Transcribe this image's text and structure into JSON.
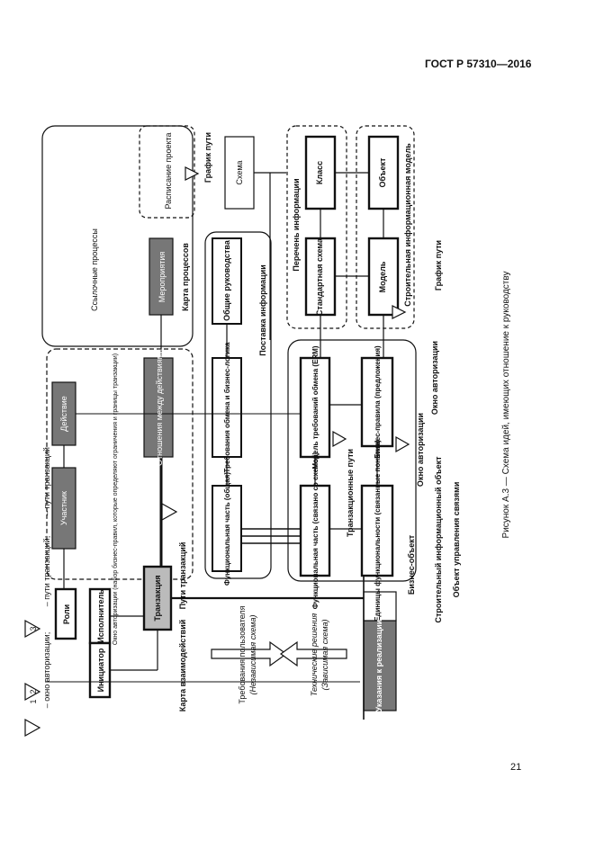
{
  "header": "ГОСТ Р 57310—2016",
  "page_number": "21",
  "caption": "Рисунок А.3 — Схема идей, имеющих отношение к руководству",
  "legend": {
    "auth_label": "– окно авторизации;",
    "auth_num": "1",
    "paths_label": "– пути транзакций;",
    "paths_num": "2",
    "transaction_paths_label": "– пути транзакций",
    "transaction_paths_num": "3"
  },
  "boxes": {
    "reference_processes": "Ссылочные процессы",
    "project_schedule": "Расписание проекта",
    "schedule_paths": "График пути",
    "schema": "Схема",
    "info_list": "Перечень информации",
    "class": "Класс",
    "object": "Объект",
    "bim_model": "Строительная информационная модель",
    "standard_schema": "Стандартная схема",
    "model": "Модель",
    "schedule_paths2": "График пути",
    "events": "Мероприятия",
    "process_map": "Карта процессов",
    "general_guides": "Общие руководства",
    "info_supply": "Поставка информации",
    "auth_window_top": "Окно авторизации",
    "action": "Действие",
    "action_relations": "Отношения между действиями",
    "exchange_reqs": "Требования обмена и бизнес-логика",
    "erm": "Модель требований обмена (ERM)",
    "business_rules": "Бизнес-правила (предложения)",
    "auth_window_mid": "Окно авторизации",
    "participant": "Участник",
    "auth_window_note": "Окно авторизации (набор бизнес-правил, которые определяют ограничения и границы транзакции)",
    "functional_general": "Функциональная часть (общая)",
    "functional_schema": "Функциональная часть (связано со схемой)",
    "functional_units": "Единицы функциональности (связанные понятия)",
    "transaction_paths": "Транзакционные пути",
    "bim_object": "Строительный информационный объект",
    "link_object": "Объект управления связями",
    "business_object": "Бизнес-объект",
    "roles": "Роли",
    "executor": "Исполнитель",
    "transaction": "Транзакция",
    "initiator": "Инициатор",
    "transaction_paths2": "Пути транзакций",
    "interaction_map": "Карта взаимодействий",
    "user_reqs": "Требования пользователя",
    "user_reqs_sub": "(Независимая схема)",
    "tech_solutions": "Технические решения",
    "tech_solutions_sub": "(Зависимая схема)",
    "impl_guides": "Указания к реализации"
  }
}
